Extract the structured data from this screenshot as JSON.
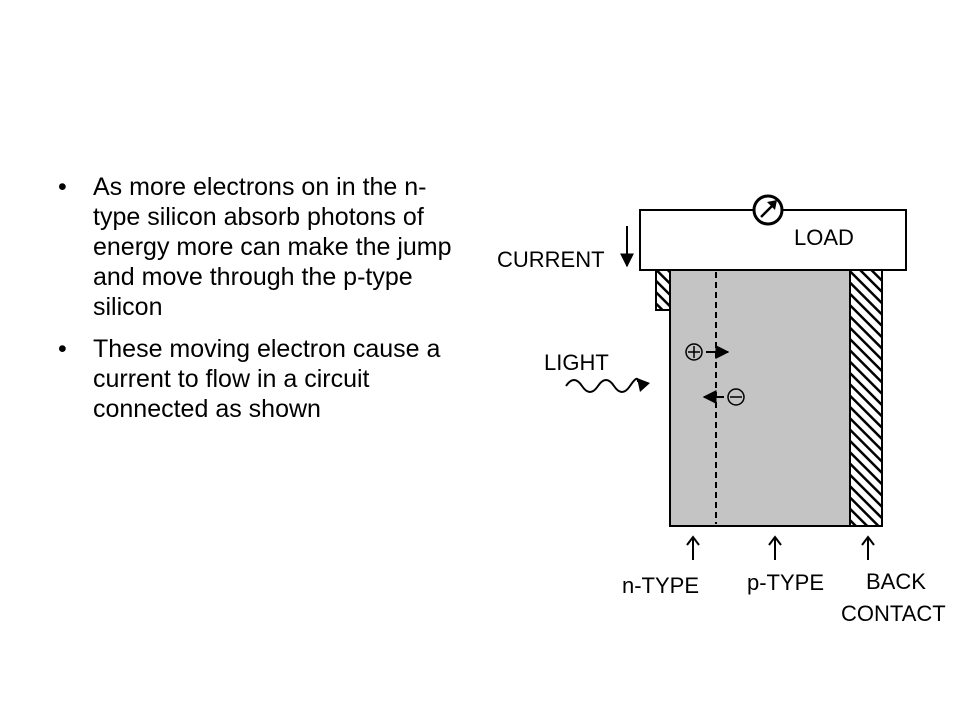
{
  "bullets": [
    "As more electrons on in the n-type silicon absorb photons of energy more can make the jump and move through the p-type silicon",
    "These moving electron cause a current to flow in a circuit connected as shown"
  ],
  "diagram": {
    "load_label": "LOAD",
    "current_label": "CURRENT",
    "light_label": "LIGHT",
    "hole_symbol": "+",
    "electron_symbol": "−",
    "ntype_label": "n-TYPE",
    "ptype_label": "p-TYPE",
    "back_label_1": "BACK",
    "back_label_2": "CONTACT"
  },
  "colors": {
    "cell_fill": "#c4c4c4",
    "line": "#000000"
  }
}
